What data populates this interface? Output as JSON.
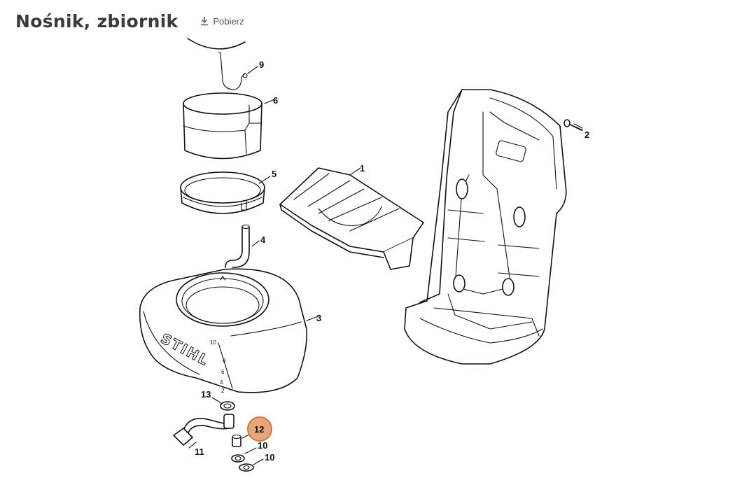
{
  "header": {
    "title": "Nośnik, zbiornik",
    "download_label": "Pobierz"
  },
  "highlight_color": "#e8a77a",
  "highlight_stroke": "#c97a45",
  "parts": [
    {
      "id": "1",
      "label": "1"
    },
    {
      "id": "2",
      "label": "2"
    },
    {
      "id": "3",
      "label": "3"
    },
    {
      "id": "4",
      "label": "4"
    },
    {
      "id": "5",
      "label": "5"
    },
    {
      "id": "6",
      "label": "6"
    },
    {
      "id": "9",
      "label": "9"
    },
    {
      "id": "10a",
      "label": "10"
    },
    {
      "id": "10b",
      "label": "10"
    },
    {
      "id": "11",
      "label": "11"
    },
    {
      "id": "12",
      "label": "12",
      "selected": true
    },
    {
      "id": "13",
      "label": "13"
    }
  ],
  "tank_text": {
    "brand": "STIHL",
    "scale": [
      "10",
      "8",
      "6",
      "4",
      "2"
    ]
  }
}
